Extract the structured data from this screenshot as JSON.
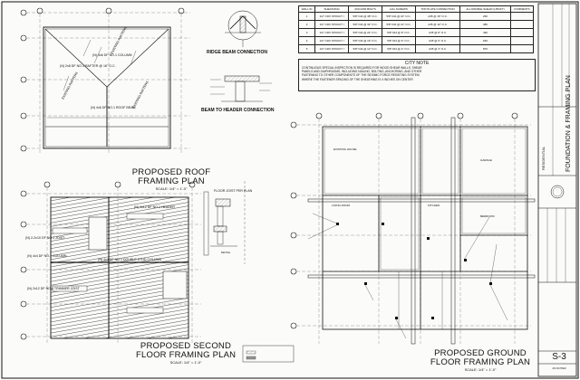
{
  "plans": {
    "roof": {
      "title_line1": "PROPOSED ROOF",
      "title_line2": "FRAMING PLAN",
      "scale": "SCALE: 1/4\" = 1'-0\""
    },
    "second": {
      "title_line1": "PROPOSED SECOND",
      "title_line2": "FLOOR FRAMING PLAN",
      "scale": "SCALE: 1/4\" = 1'-0\""
    },
    "ground": {
      "title_line1": "PROPOSED GROUND",
      "title_line2": "FLOOR FRAMING PLAN",
      "scale": "SCALE: 1/4\" = 1'-0\""
    }
  },
  "details": {
    "ridge": "RIDGE BEAM CONNECTION",
    "beam_header": "BEAM TO HEADER CONNECTION",
    "detail_label": "DETAIL"
  },
  "shear_table": {
    "headers": [
      "WALL ID",
      "SHEATHING",
      "ANCHOR BOLTS",
      "LAG SCREWS",
      "TOP PLATE CONNECTION",
      "ALLOWABLE SHEAR (LBS/FT)",
      "COMMENTS"
    ],
    "rows": [
      [
        "1",
        "1/2\" CDX STRUCT I",
        "5/8\" DIA @ 48\" O.C.",
        "5/8\" DIA @ 16\" O.C.",
        "A35 @ 16\" O.C.",
        "260",
        ""
      ],
      [
        "2",
        "1/2\" CDX STRUCT I",
        "5/8\" DIA @ 32\" O.C.",
        "5/8\" DIA @ 12\" O.C.",
        "A35 @ 12\" O.C.",
        "380",
        ""
      ],
      [
        "3",
        "1/2\" CDX STRUCT I",
        "5/8\" DIA @ 24\" O.C.",
        "5/8\" DIA @ 8\" O.C.",
        "A35 @ 8\" O.C.",
        "490",
        ""
      ],
      [
        "4",
        "1/2\" CDX STRUCT I",
        "5/8\" DIA @ 16\" O.C.",
        "5/8\" DIA @ 6\" O.C.",
        "A35 @ 6\" O.C.",
        "640",
        ""
      ],
      [
        "5",
        "1/2\" CDX STRUCT I",
        "5/8\" DIA @ 12\" O.C.",
        "5/8\" DIA @ 4\" O.C.",
        "A35 @ 4\" O.C.",
        "870",
        ""
      ]
    ]
  },
  "city_note": {
    "title": "CITY NOTE",
    "lines": [
      "CONTINUOUS SPECIAL INSPECTION IS REQUIRED FOR WOOD SHEAR WALLS, SHEAR",
      "PANELS AND DIAPHRAGMS, INCLUDING NAILING, BOLTING, ANCHORING, AND OTHER",
      "FASTENING TO OTHER COMPONENTS OF THE SEISMIC FORCE RESISTING SYSTEM",
      "WHERE THE FASTENER SPACING OF THE SHEATHING IS 4 INCHES ON CENTER"
    ]
  },
  "callouts": [
    "(N) 4x6 DF NO.1 ROOF BEAM",
    "(N) 4x6 DF NO.1 COLUMN",
    "(N) 4x12 DF NO.1 HEADER",
    "(N) 2-2x10 DF NO.1 JOIST",
    "(N) 4x4 DF NO.1 COLUMN",
    "(N) 4x4 DF NO.1 DOUBLE STUD COLUMN",
    "(N) 2x12 DF NO.1 TRIMMER JOIST",
    "FLOOR JOIST PER PLAN",
    "(N) 2x8 DF NO.1 RAFTER @ 16\" O.C.",
    "EXISTING HOUSE",
    "GARAGE",
    "BEDROOM",
    "LIVING ROOM",
    "KITCHEN"
  ],
  "title_block": {
    "sheet_title": "FOUNDATION & FRAMING PLAN",
    "project_type": "RESIDENTIAL",
    "sheet_number": "S-3",
    "scale_label": "AS NOTED"
  },
  "colors": {
    "ink": "#111111",
    "paper": "#fbfbf9",
    "hatch": "#222222"
  }
}
